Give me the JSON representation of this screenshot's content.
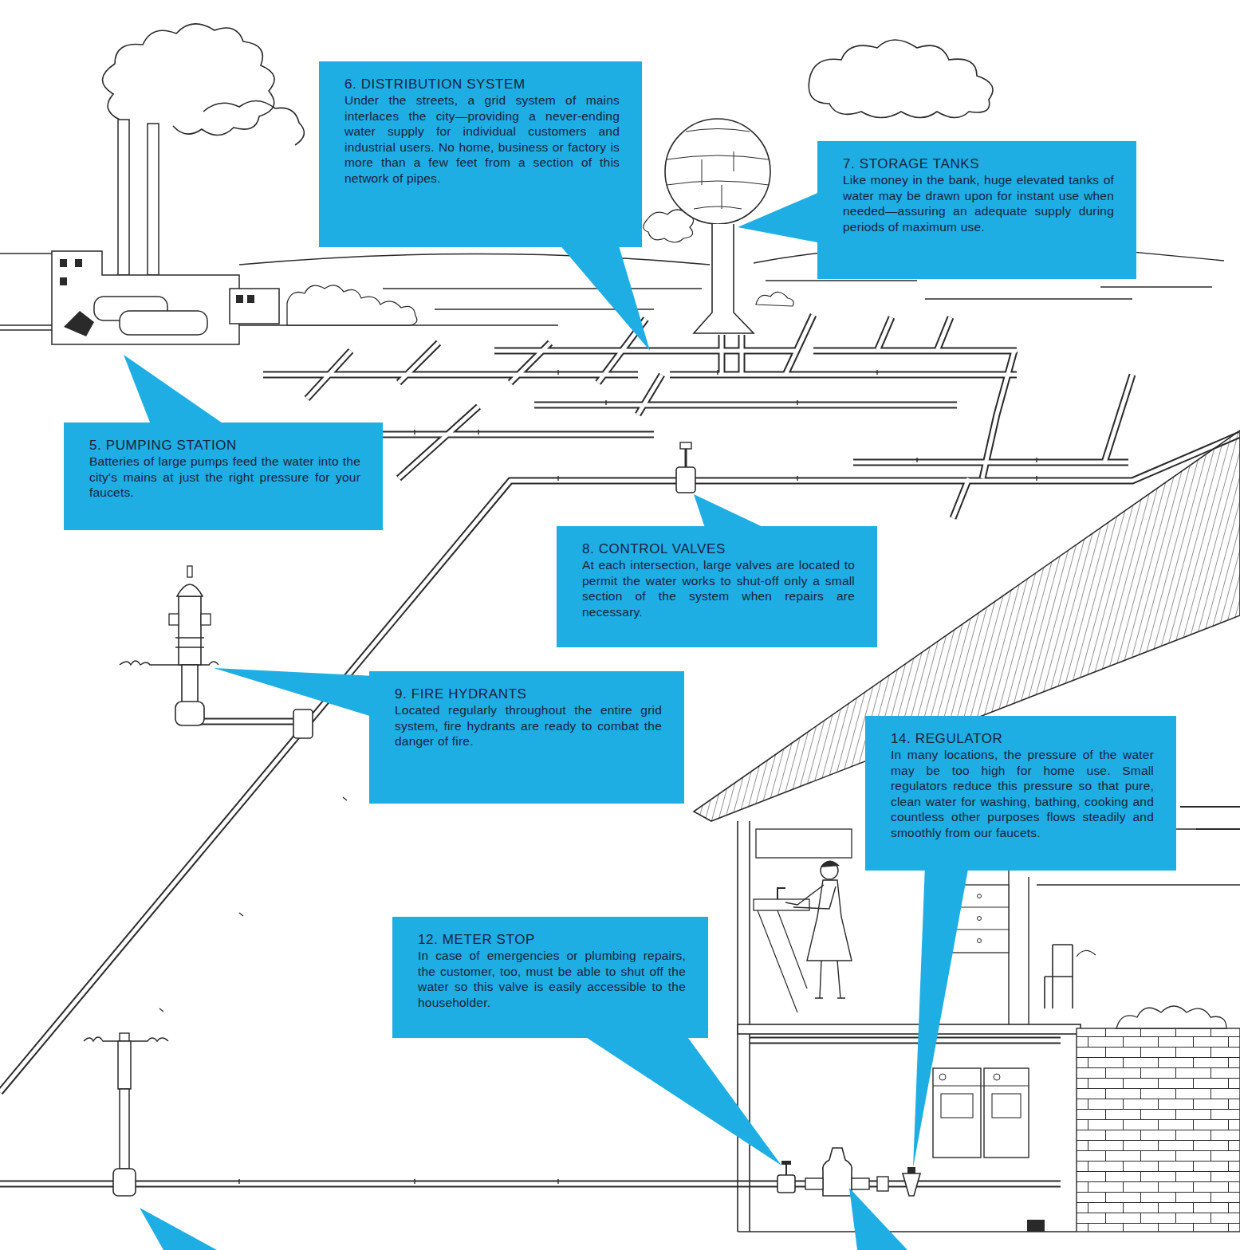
{
  "diagram": {
    "nodes": [
      {
        "text": [
          "6. DISTRIBUTION SYSTEM",
          "Under the streets, a grid system of mains interlaces the city—providing a never-ending water supply for individual customers and industrial users. No home, business or factory is more than a few feet from a section of this network of pipes."
        ]
      },
      {
        "text": [
          "7. STORAGE TANKS",
          "Like money in the bank, huge elevated tanks of water may be drawn upon for instant use when needed—assuring an adequate supply during periods of maximum use."
        ]
      },
      {
        "text": [
          "5. PUMPING STATION",
          "Batteries of large pumps feed the water into the city's mains at just the right pressure for your faucets."
        ]
      },
      {
        "text": [
          "8. CONTROL VALVES",
          "At each intersection, large valves are located to permit the water works to shut-off only a small section of the system when repairs are necessary."
        ]
      },
      {
        "text": [
          "9. FIRE HYDRANTS",
          "Located regularly throughout the entire grid system, fire hydrants are ready to combat the danger of fire."
        ]
      },
      {
        "text": [
          "14. REGULATOR",
          "In many locations, the pressure of the water may be too high for home use. Small regulators reduce this pressure so that pure, clean water for washing, bathing, cooking and countless other purposes flows steadily and smoothly from our faucets."
        ]
      },
      {
        "text": [
          "12. METER STOP",
          "In case of emergencies or plumbing repairs, the customer, too, must be able to shut off the water so this valve is easily accessible to the householder."
        ]
      }
    ]
  }
}
